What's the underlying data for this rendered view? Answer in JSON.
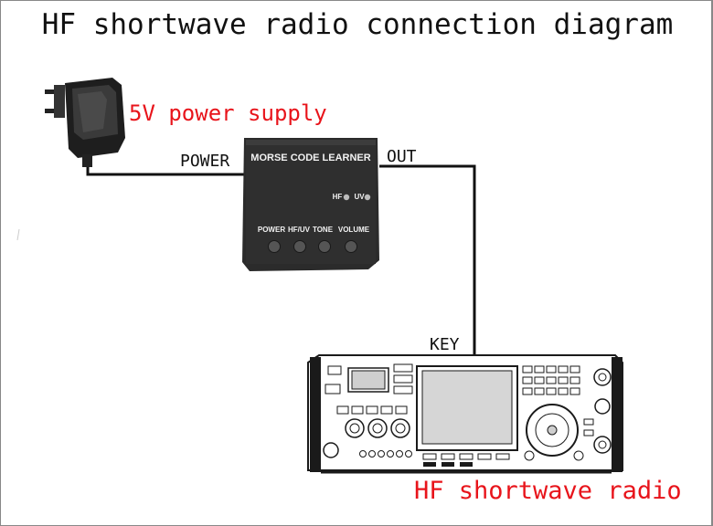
{
  "title": "HF shortwave radio connection diagram",
  "labels": {
    "power_supply": "5V power supply",
    "power": "POWER",
    "out": "OUT",
    "key": "KEY",
    "radio": "HF shortwave radio"
  },
  "device": {
    "name": "MORSE CODE LEARNER",
    "led_hf": "HF",
    "led_uv": "UV",
    "buttons": [
      "POWER",
      "HF/UV",
      "TONE",
      "VOLUME"
    ]
  },
  "colors": {
    "label_red": "#e8141b",
    "device_body": "#2b2b2b",
    "cable": "#111111"
  }
}
